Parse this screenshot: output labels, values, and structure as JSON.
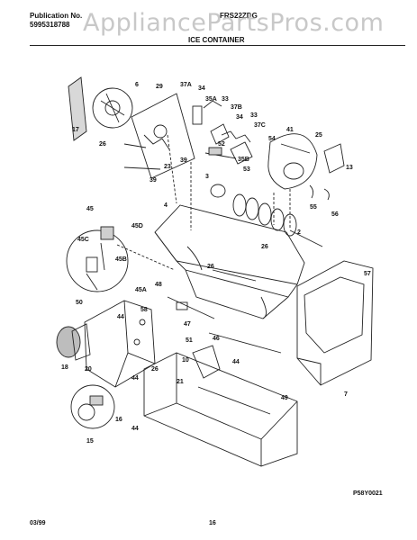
{
  "header": {
    "publication_label": "Publication No.",
    "publication_number": "5995318788",
    "model": "FRS22ZDG",
    "section_title": "ICE CONTAINER"
  },
  "watermark": "AppliancePartsPros.com",
  "callouts": [
    "6",
    "29",
    "37A",
    "34",
    "35A",
    "33",
    "17",
    "37B",
    "34",
    "37C",
    "33",
    "26",
    "41",
    "25",
    "52",
    "54",
    "35B",
    "13",
    "23",
    "39",
    "53",
    "39",
    "3",
    "55",
    "56",
    "4",
    "2",
    "45",
    "45D",
    "26",
    "45C",
    "45B",
    "26",
    "57",
    "50",
    "45A",
    "48",
    "47",
    "44",
    "58",
    "46",
    "18",
    "20",
    "51",
    "26",
    "10",
    "44",
    "44",
    "21",
    "49",
    "7",
    "16",
    "15",
    "44"
  ],
  "footer": {
    "diagram_code": "P58Y0021",
    "date": "03/99",
    "page": "16"
  }
}
